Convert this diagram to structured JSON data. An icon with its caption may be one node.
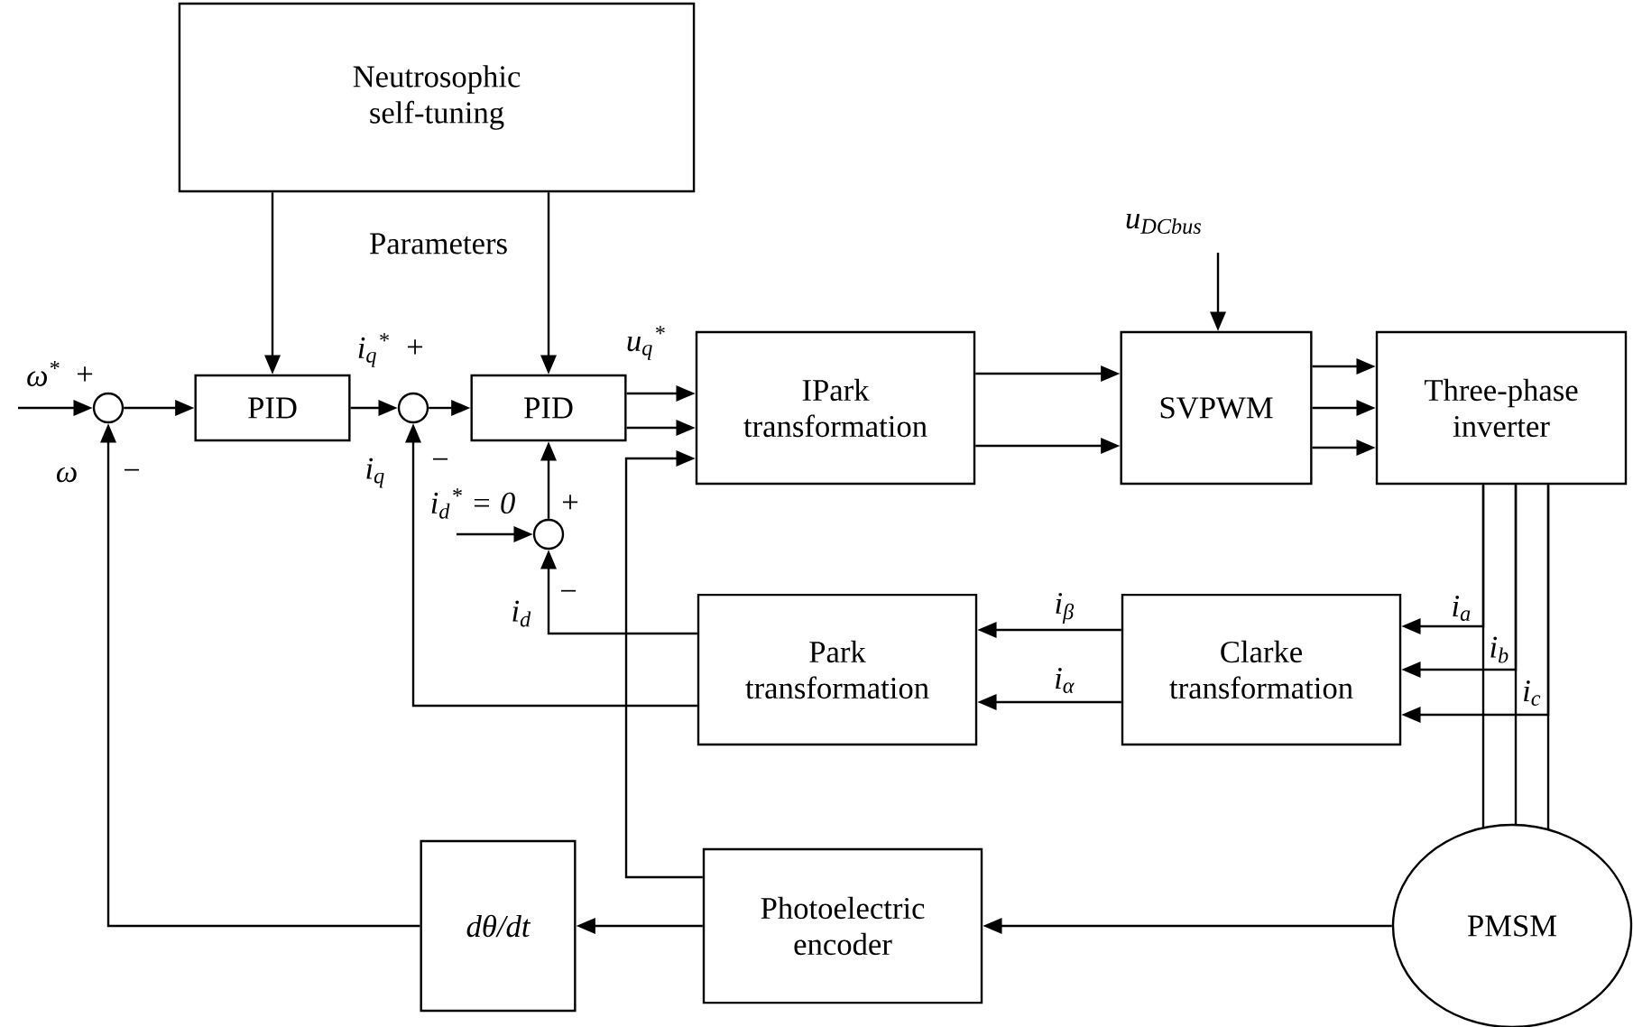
{
  "diagram": {
    "nodes": [
      {
        "text": [
          "Neutrosophic self-tuning"
        ]
      },
      {
        "text": [],
        "shape": "circle"
      },
      {
        "text": [
          "PID"
        ]
      },
      {
        "text": [],
        "shape": "circle"
      },
      {
        "text": [
          "PID"
        ]
      },
      {
        "text": [],
        "shape": "circle"
      },
      {
        "text": [
          "IPark transformation"
        ]
      },
      {
        "text": [
          "SVPWM"
        ]
      },
      {
        "text": [
          "Three-phase inverter"
        ]
      },
      {
        "text": [
          "Park transformation"
        ]
      },
      {
        "text": [
          "Clarke transformation"
        ]
      },
      {
        "text": [
          "dθ/dt"
        ]
      },
      {
        "text": [
          "Photoelectric encoder"
        ]
      },
      {
        "text": [
          "PMSM"
        ]
      }
    ],
    "edges": [
      {
        "from": null,
        "to": 1,
        "arrow": "to",
        "label": "ω$^{*}$"
      },
      {
        "from": 1,
        "to": 2,
        "arrow": "to"
      },
      {
        "from": 2,
        "to": 3,
        "arrow": "to",
        "label": "i$_{q}$$^{*}$"
      },
      {
        "from": 3,
        "to": 4,
        "arrow": "to"
      },
      {
        "from": 0,
        "to": 2,
        "arrow": "to"
      },
      {
        "from": 0,
        "to": 4,
        "arrow": "to"
      },
      {
        "from": 4,
        "to": 6,
        "arrow": "to",
        "label": "u$_{q}$$^{*}$"
      },
      {
        "from": 4,
        "to": 6,
        "arrow": "to"
      },
      {
        "from": 12,
        "to": 6,
        "arrow": "to"
      },
      {
        "from": 5,
        "to": 4,
        "arrow": "to"
      },
      {
        "from": null,
        "to": 5,
        "arrow": "to",
        "label": "i$_{d}$$^{*}$ = 0"
      },
      {
        "from": 9,
        "to": 5,
        "arrow": "to",
        "label": "i$_{d}$"
      },
      {
        "from": 9,
        "to": 3,
        "arrow": "to",
        "label": "i$_{q}$"
      },
      {
        "from": 11,
        "to": 1,
        "arrow": "to",
        "label": "ω"
      },
      {
        "from": 6,
        "to": 7,
        "arrow": "to"
      },
      {
        "from": 6,
        "to": 7,
        "arrow": "to"
      },
      {
        "from": null,
        "to": 7,
        "arrow": "to",
        "label": "u$_{DCbus}$"
      },
      {
        "from": 7,
        "to": 8,
        "arrow": "to"
      },
      {
        "from": 7,
        "to": 8,
        "arrow": "to"
      },
      {
        "from": 7,
        "to": 8,
        "arrow": "to"
      },
      {
        "from": 10,
        "to": 9,
        "arrow": "to",
        "label": "i$_{β}$"
      },
      {
        "from": 10,
        "to": 9,
        "arrow": "to",
        "label": "i$_{α}$"
      },
      {
        "from": 8,
        "to": 13,
        "arrow": "none"
      },
      {
        "from": 8,
        "to": 13,
        "arrow": "none"
      },
      {
        "from": 8,
        "to": 13,
        "arrow": "none"
      },
      {
        "from": 8,
        "to": 10,
        "arrow": "to",
        "label": "i$_{a}$"
      },
      {
        "from": 8,
        "to": 10,
        "arrow": "to",
        "label": "i$_{b}$"
      },
      {
        "from": 8,
        "to": 10,
        "arrow": "to",
        "label": "i$_{c}$"
      },
      {
        "from": 13,
        "to": 12,
        "arrow": "to"
      },
      {
        "from": 12,
        "to": 11,
        "arrow": "to"
      }
    ],
    "labels": [
      "Parameters",
      "+",
      "−",
      "+",
      "−",
      "+",
      "−"
    ]
  }
}
